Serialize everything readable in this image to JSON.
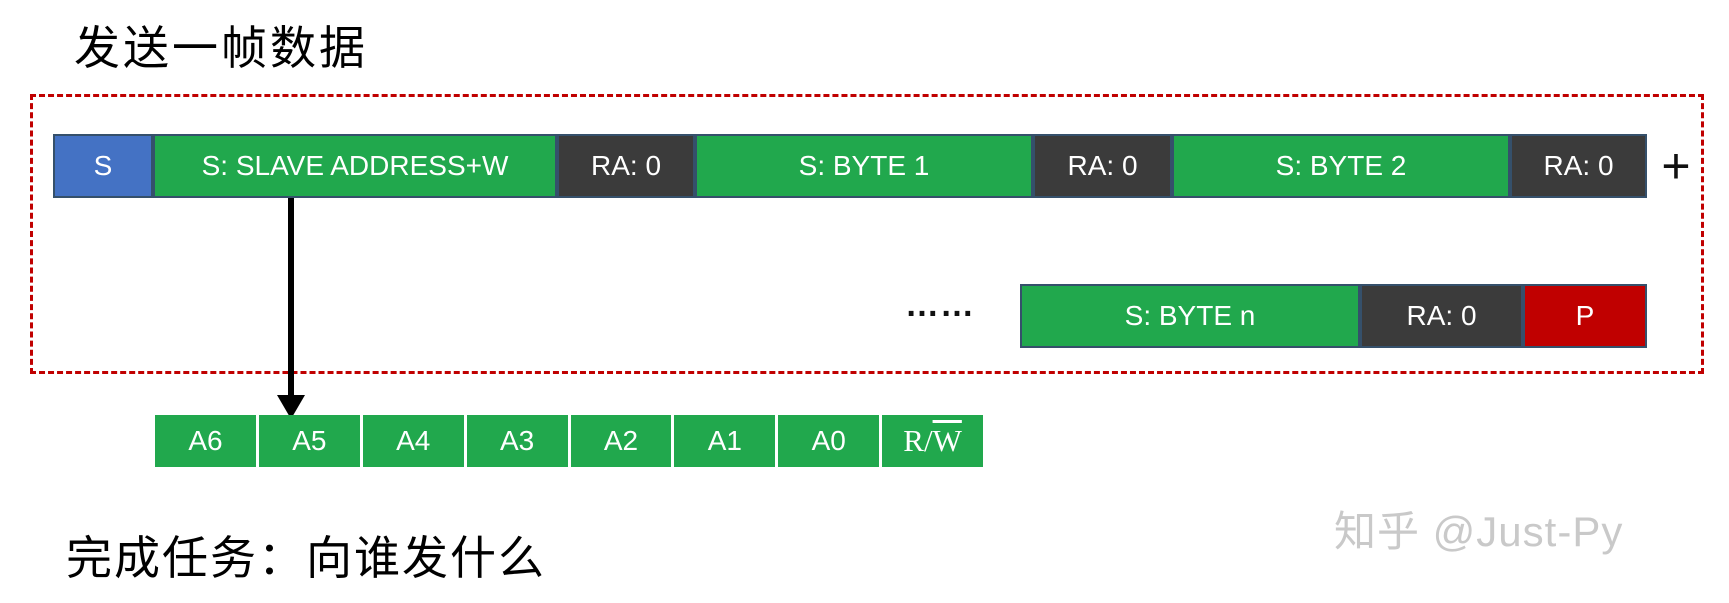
{
  "title": "发送一帧数据",
  "colors": {
    "blue": "#4472c4",
    "green": "#21a84d",
    "dark": "#3b3b3b",
    "red": "#c00000",
    "border": "#35506b",
    "dashed": "#c00000"
  },
  "frame": {
    "row1": {
      "start": "S",
      "slave_address": "S: SLAVE ADDRESS+W",
      "ra1": "RA: 0",
      "byte1": "S: BYTE 1",
      "ra2": "RA: 0",
      "byte2": "S: BYTE 2",
      "ra3": "RA: 0",
      "plus": "+"
    },
    "row2": {
      "ellipsis": "……",
      "byte_n": "S: BYTE n",
      "ra_n": "RA: 0",
      "stop": "P"
    }
  },
  "bit_fields": {
    "cells": [
      "A6",
      "A5",
      "A4",
      "A3",
      "A2",
      "A1",
      "A0"
    ],
    "rw_prefix": "R/",
    "rw_letter": "W"
  },
  "footer": "完成任务：向谁发什么",
  "watermark": "知乎 @Just-Py"
}
